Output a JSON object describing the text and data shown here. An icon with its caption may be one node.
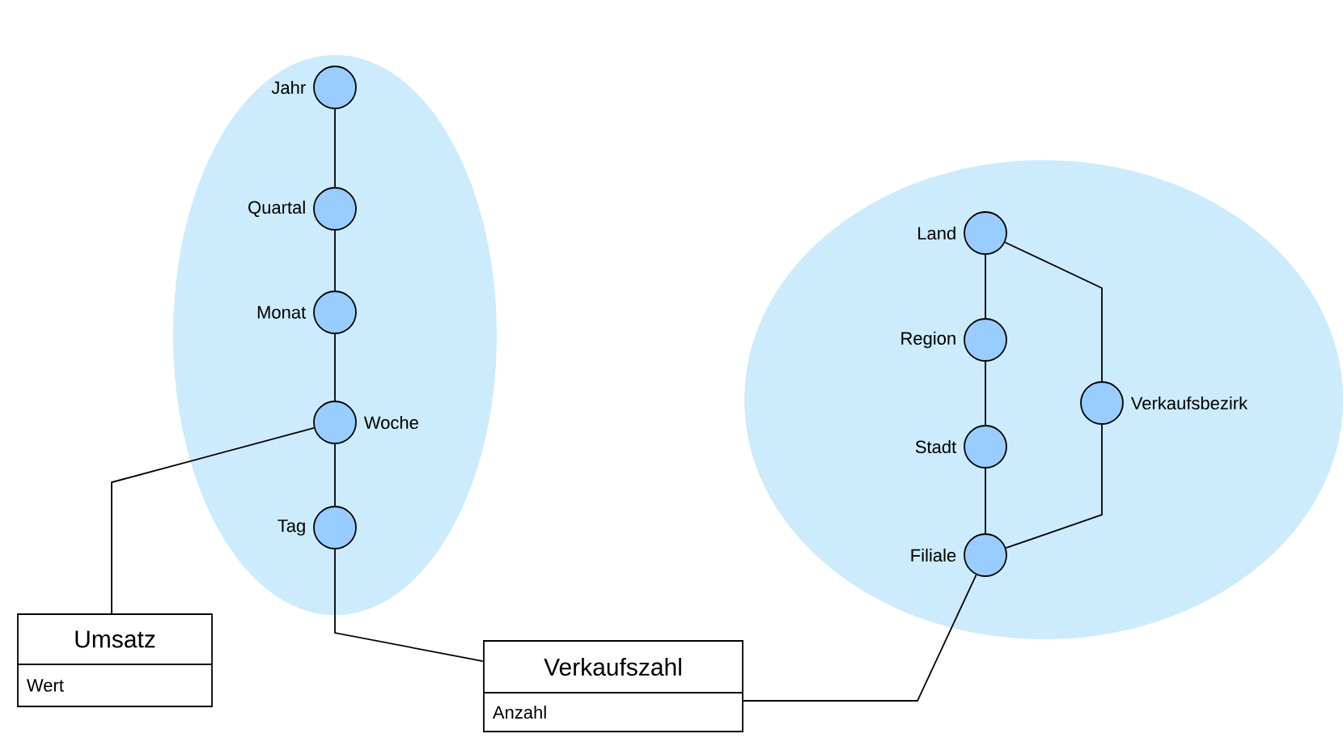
{
  "diagram": {
    "nodes": [
      {
        "text": [],
        "shape": "ellipse"
      },
      {
        "text": [
          "Jahr"
        ],
        "in": 0
      },
      {
        "text": [
          "Quartal"
        ],
        "in": 0
      },
      {
        "text": [
          "Monat"
        ],
        "in": 0
      },
      {
        "text": [
          "Woche"
        ],
        "in": 0
      },
      {
        "text": [
          "Tag"
        ],
        "in": 0
      },
      {
        "text": [],
        "shape": "ellipse"
      },
      {
        "text": [
          "Land"
        ],
        "in": 6
      },
      {
        "text": [
          "Region"
        ],
        "in": 6
      },
      {
        "text": [
          "Stadt"
        ],
        "in": 6
      },
      {
        "text": [
          "Filiale"
        ],
        "in": 6
      },
      {
        "text": [
          "Verkaufsbezirk"
        ],
        "in": 6
      },
      {
        "text": [
          "Umsatz",
          "Wert"
        ]
      },
      {
        "text": [
          "Verkaufszahl",
          "Anzahl"
        ]
      }
    ],
    "edges": [
      {
        "from": 1,
        "to": 2,
        "arrow": "none"
      },
      {
        "from": 2,
        "to": 3,
        "arrow": "none"
      },
      {
        "from": 3,
        "to": 4,
        "arrow": "none"
      },
      {
        "from": 4,
        "to": 5,
        "arrow": "none"
      },
      {
        "from": 7,
        "to": 8,
        "arrow": "none"
      },
      {
        "from": 8,
        "to": 9,
        "arrow": "none"
      },
      {
        "from": 9,
        "to": 10,
        "arrow": "none"
      },
      {
        "from": 7,
        "to": 11,
        "arrow": "none"
      },
      {
        "from": 11,
        "to": 10,
        "arrow": "none"
      },
      {
        "from": 4,
        "to": 12,
        "arrow": "none"
      },
      {
        "from": 5,
        "to": 13,
        "arrow": "none"
      },
      {
        "from": 10,
        "to": 13,
        "arrow": "none"
      }
    ]
  }
}
